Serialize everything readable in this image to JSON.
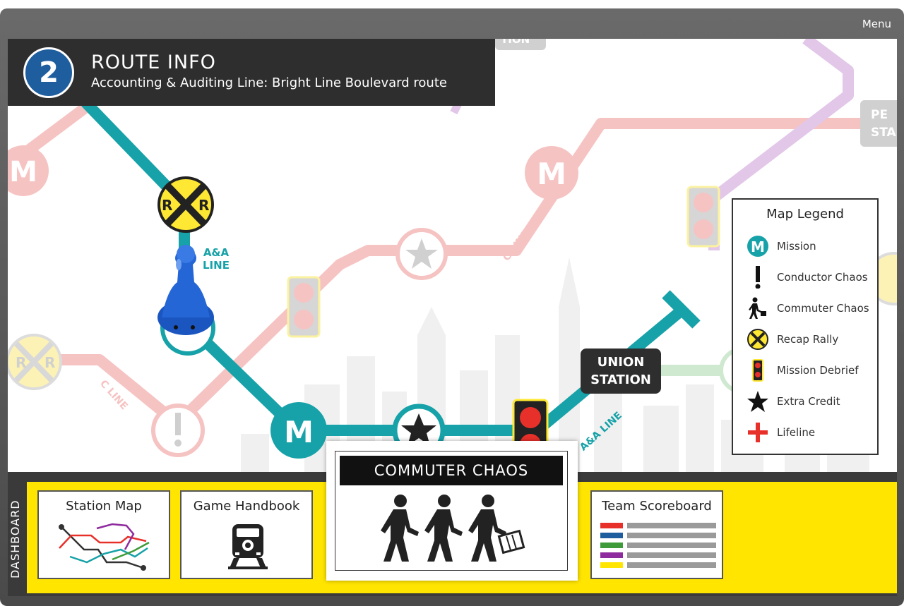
{
  "header": {
    "menu_label": "Menu"
  },
  "route": {
    "number": "2",
    "title": "ROUTE INFO",
    "subtitle": "Accounting & Auditing Line: Bright Line Boulevard route"
  },
  "map": {
    "union_station_line1": "UNION",
    "union_station_line2": "STATION",
    "aa_line_label_1": "A&A",
    "aa_line_label_2": "LINE",
    "aa_line_diag": "A&A LINE",
    "c_line_label": "C LINE",
    "mission_letter": "M",
    "rr_left": "R",
    "rr_right": "R",
    "partial_top": "TION",
    "partial_right_1": "PE",
    "partial_right_2": "STA"
  },
  "legend": {
    "title": "Map Legend",
    "items": [
      {
        "label": "Mission",
        "icon": "mission-icon"
      },
      {
        "label": "Conductor Chaos",
        "icon": "exclamation-icon"
      },
      {
        "label": "Commuter Chaos",
        "icon": "commuter-icon"
      },
      {
        "label": "Recap Rally",
        "icon": "railroad-crossing-icon"
      },
      {
        "label": "Mission Debrief",
        "icon": "traffic-light-icon"
      },
      {
        "label": "Extra Credit",
        "icon": "star-icon"
      },
      {
        "label": "Lifeline",
        "icon": "plus-icon"
      }
    ]
  },
  "dashboard": {
    "label": "DASHBOARD",
    "cards": {
      "station_map": "Station Map",
      "game_handbook": "Game Handbook",
      "team_scoreboard": "Team Scoreboard"
    },
    "active_card": {
      "title": "COMMUTER CHAOS"
    }
  },
  "colors": {
    "aa_line": "#16a2a8",
    "c_line_faded": "#f6c3c3",
    "purple_faded": "#e2c7e8",
    "green_faded": "#cfe8d0",
    "route_badge": "#1f5e9e",
    "dashboard_yellow": "#ffe500"
  }
}
